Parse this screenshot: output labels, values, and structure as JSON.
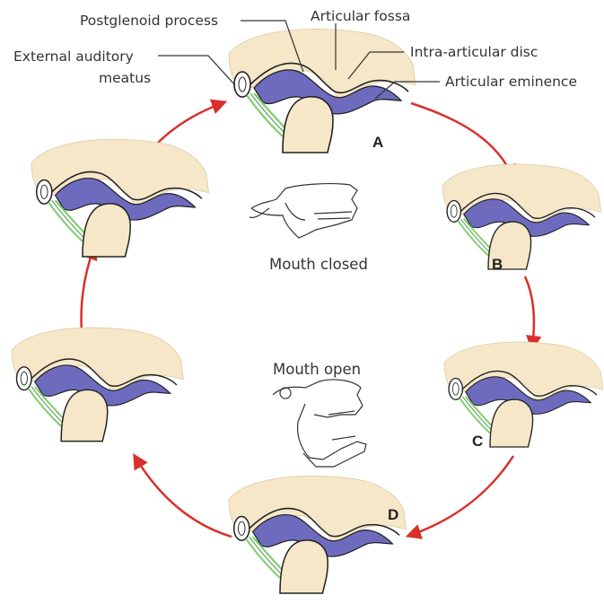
{
  "labels": {
    "postglenoid": "Postglenoid process",
    "fossa": "Articular fossa",
    "disc": "Intra-articular disc",
    "eminence": "Articular eminence",
    "meatus_line1": "External auditory",
    "meatus_line2": "meatus"
  },
  "captions": {
    "closed": "Mouth closed",
    "open": "Mouth open"
  },
  "steps": [
    "A",
    "B",
    "C",
    "D"
  ],
  "colors": {
    "bone": "#f6e7c8",
    "disc": "#6e6bbf",
    "ligament": "#7bcf6a",
    "arrow": "#d9302c",
    "outline": "#222222"
  }
}
